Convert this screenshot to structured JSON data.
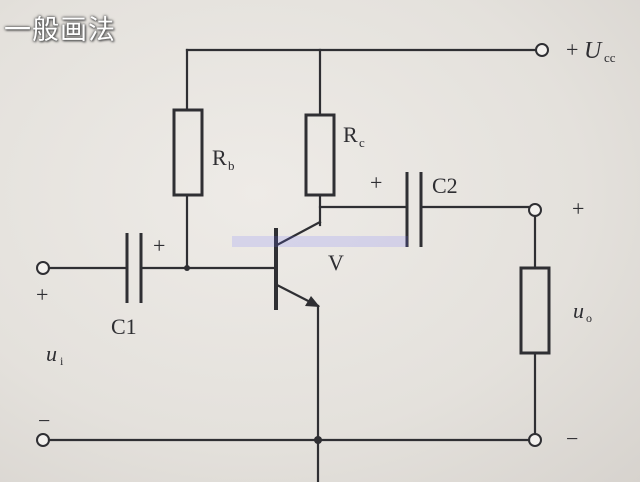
{
  "title": "一般画法",
  "labels": {
    "vcc_sign": "+",
    "vcc_symbol": "U",
    "vcc_subscript": "cc",
    "rb_main": "R",
    "rb_sub": "b",
    "rc_main": "R",
    "rc_sub": "c",
    "c1": "C1",
    "c2": "C2",
    "c1_polarity": "+",
    "c2_polarity": "+",
    "transistor": "V",
    "input_plus": "+",
    "input_minus": "−",
    "input_main": "u",
    "input_sub": "i",
    "output_plus": "+",
    "output_minus": "−",
    "output_main": "u",
    "output_sub": "o"
  },
  "colors": {
    "ink": "#2f2f33",
    "paper": "#e6e3df",
    "highlight": "#6f6dff"
  }
}
